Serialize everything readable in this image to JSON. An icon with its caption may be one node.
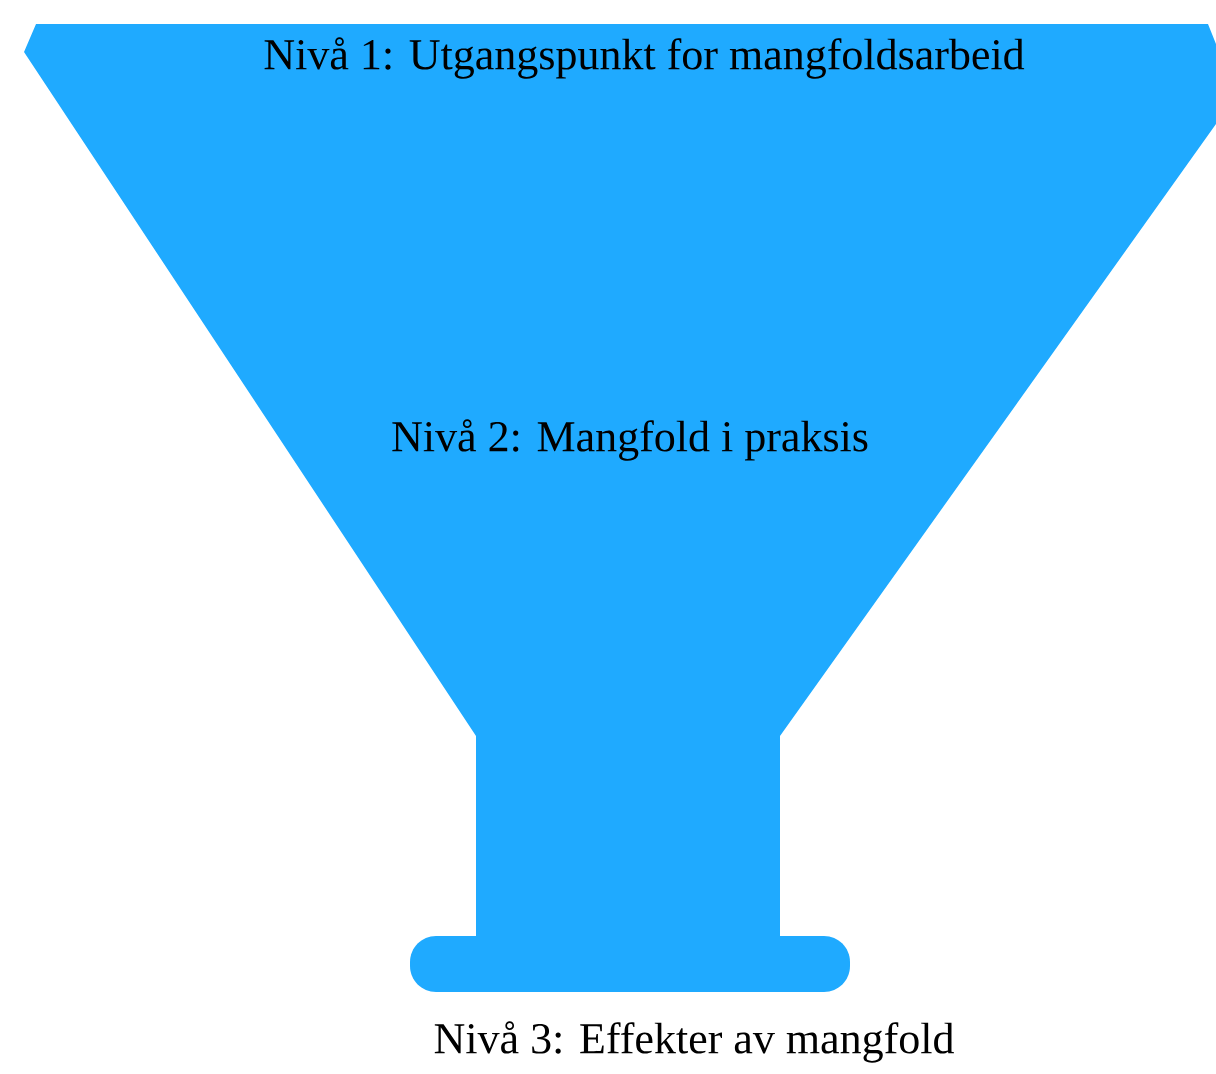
{
  "diagram": {
    "nodes": [
      {
        "text": [
          "Nivå 1: Utgangspunkt for mangfoldsarbeid",
          "Nivå 2: Mangfold i praksis",
          "Nivå 3: Effekter av mangfold"
        ]
      }
    ]
  }
}
